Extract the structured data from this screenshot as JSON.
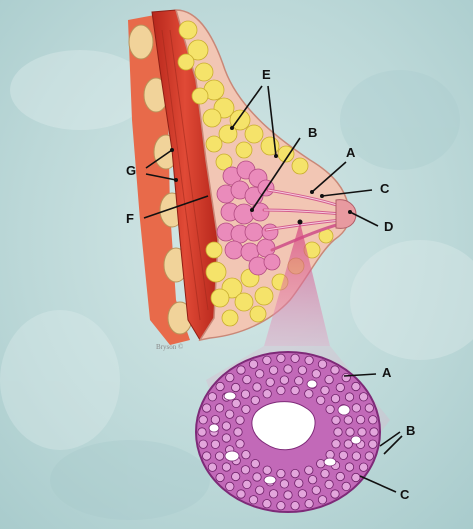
{
  "credit": "Bryson ©",
  "labels": {
    "A": "A",
    "B": "B",
    "C": "C",
    "D": "D",
    "E": "E",
    "F": "F",
    "G": "G",
    "A2": "A",
    "B2": "B",
    "C2": "C"
  },
  "colors": {
    "background": "#c3dcdc",
    "muscle": "#d63a2a",
    "fat": "#f4e46a",
    "lobule": "#e88ab8",
    "skin": "#f3c9b8",
    "acinus": "#b04aa8"
  }
}
